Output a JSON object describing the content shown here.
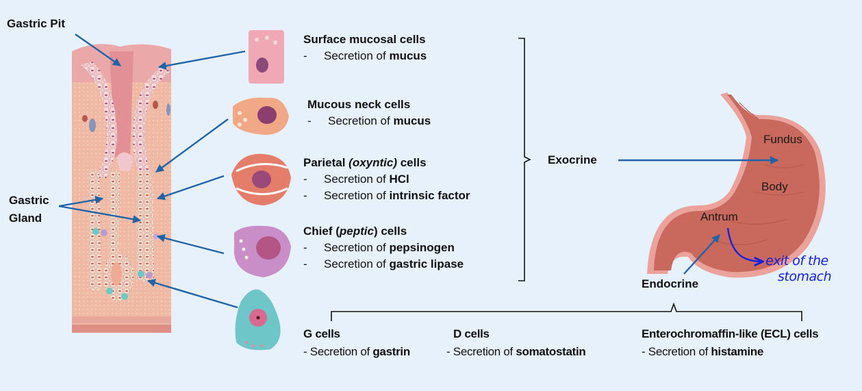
{
  "labels": {
    "gastric_pit": "Gastric Pit",
    "gastric_gland_line1": "Gastric",
    "gastric_gland_line2": "Gland",
    "exocrine": "Exocrine",
    "endocrine": "Endocrine"
  },
  "exocrine_cells": [
    {
      "title_pre": "Surface mucosal cells",
      "title_italic": "",
      "title_post": "",
      "lines": [
        {
          "prefix": "Secretion of ",
          "bold": "mucus"
        }
      ]
    },
    {
      "title_pre": "Mucous neck cells",
      "title_italic": "",
      "title_post": "",
      "lines": [
        {
          "prefix": "Secretion of ",
          "bold": "mucus"
        }
      ]
    },
    {
      "title_pre": "Parietal ",
      "title_italic": "(oxyntic)",
      "title_post": " cells",
      "lines": [
        {
          "prefix": "Secretion of ",
          "bold": "HCl"
        },
        {
          "prefix": "Secretion of ",
          "bold": "intrinsic factor"
        }
      ]
    },
    {
      "title_pre": "Chief (",
      "title_italic": "peptic",
      "title_post": ") cells",
      "lines": [
        {
          "prefix": "Secretion of ",
          "bold": "pepsinogen"
        },
        {
          "prefix": "Secretion of ",
          "bold": "gastric lipase"
        }
      ]
    }
  ],
  "endocrine_cells": [
    {
      "title": "G cells",
      "prefix": "- Secretion of ",
      "bold": "gastrin"
    },
    {
      "title": "D cells",
      "prefix": "- Secretion of ",
      "bold": "somatostatin"
    },
    {
      "title": "Enterochromaffin-like (ECL) cells",
      "prefix": "- Secretion of ",
      "bold": "histamine"
    }
  ],
  "stomach_regions": {
    "fundus": "Fundus",
    "body": "Body",
    "antrum": "Antrum"
  },
  "annotation": {
    "line1": "exit of the",
    "line2": "stomach"
  },
  "colors": {
    "background": "#e6f1fb",
    "arrow": "#1f63a8",
    "handwriting": "#1520e0",
    "stomach": "#c9685c",
    "stomach_rim": "#eaa29a"
  }
}
